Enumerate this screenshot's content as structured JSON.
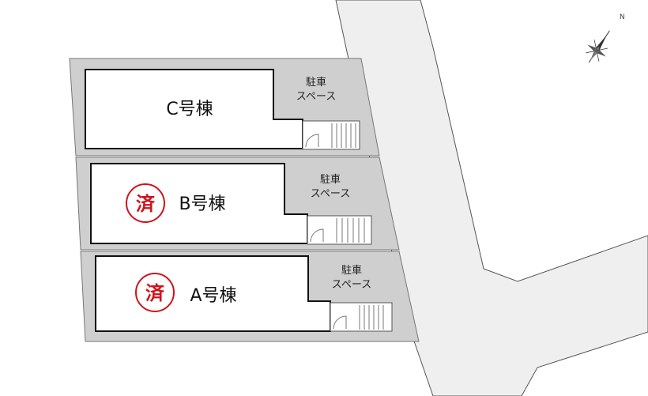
{
  "buildings": [
    {
      "id": "C",
      "label": "C号棟",
      "status_stamp": "",
      "parking_label": [
        "駐車",
        "スペース"
      ]
    },
    {
      "id": "B",
      "label": "B号棟",
      "status_stamp": "済",
      "parking_label": [
        "駐車",
        "スペース"
      ]
    },
    {
      "id": "A",
      "label": "A号棟",
      "status_stamp": "済",
      "parking_label": [
        "駐車",
        "スペース"
      ]
    }
  ],
  "north_indicator": "N",
  "colors": {
    "lot_fill": "#cfcfcf",
    "road_fill": "#efefef",
    "stamp": "#d0121b",
    "outline": "#111111"
  }
}
